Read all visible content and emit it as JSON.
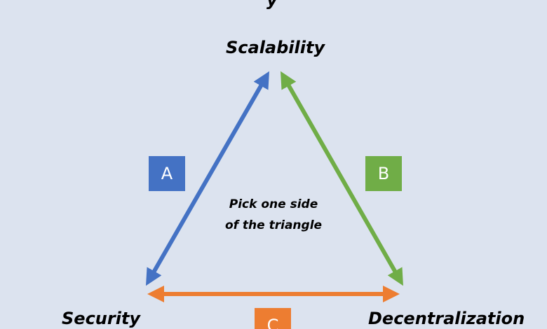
{
  "diagram": {
    "title_fragment": "y",
    "vertices": {
      "top": "Scalability",
      "bottom_left": "Security",
      "bottom_right": "Decentralization"
    },
    "sides": {
      "a": {
        "label": "A",
        "color": "#4472c4"
      },
      "b": {
        "label": "B",
        "color": "#70ad47"
      },
      "c": {
        "label": "C",
        "color": "#ed7d31"
      }
    },
    "center_note": {
      "line1": "Pick one side",
      "line2": "of the triangle"
    },
    "background": "#dce3ef"
  }
}
